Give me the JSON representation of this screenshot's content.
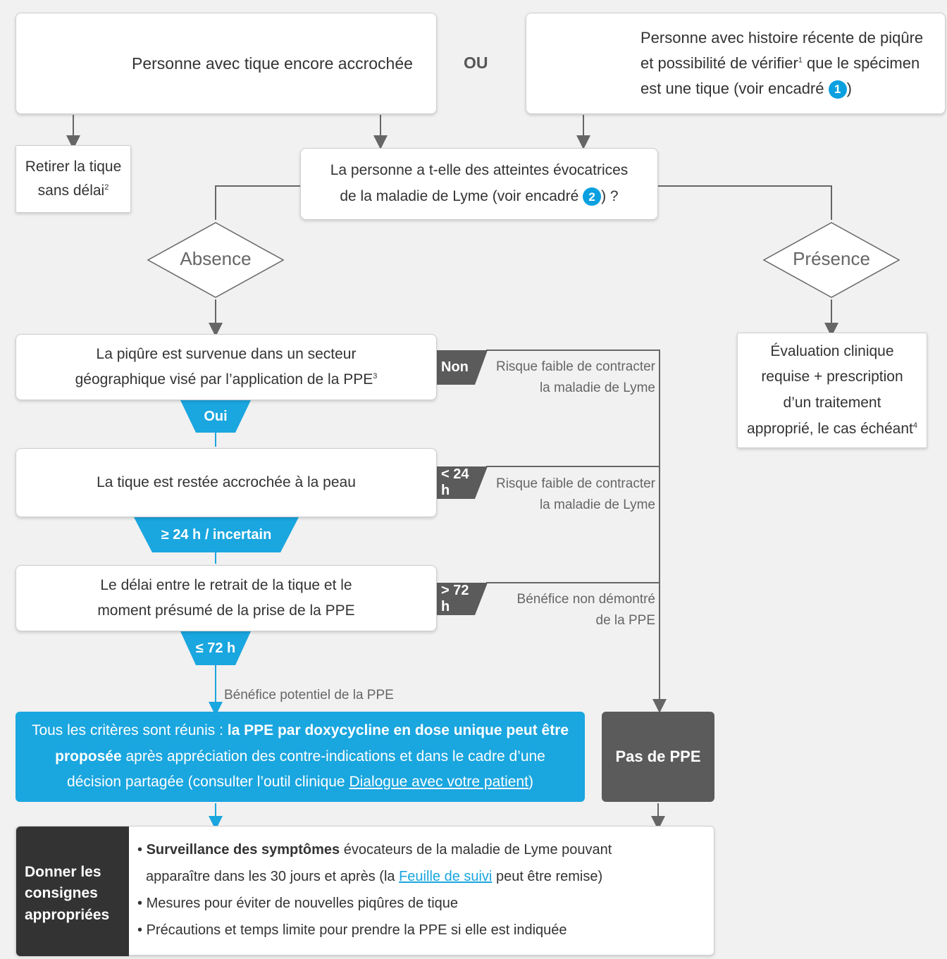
{
  "top": {
    "left_box": "Personne avec tique encore accrochée",
    "or": "OU",
    "right_box_line1": "Personne avec histoire récente de piqûre",
    "right_box_line2_a": "et possibilité de vérifier",
    "right_box_line2_sup": "1",
    "right_box_line2_b": " que le spécimen",
    "right_box_line3": "est une tique (voir encadré ",
    "right_box_badge": "1",
    "right_box_line3_end": ")"
  },
  "retirer": {
    "line1": "Retirer la tique",
    "line2": "sans délai",
    "sup": "2"
  },
  "question": {
    "line1": "La personne a t-elle des atteintes évocatrices",
    "line2": "de la maladie de Lyme (voir encadré ",
    "badge": "2",
    "line2_end": ") ?"
  },
  "absence": "Absence",
  "presence": "Présence",
  "evaluation": {
    "line1": "Évaluation clinique",
    "line2": "requise + prescription",
    "line3": "d’un traitement",
    "line4": "approprié, le cas échéant",
    "sup": "4"
  },
  "steps": [
    {
      "line1": "La piqûre est survenue dans un secteur",
      "line2": "géographique visé par l’application de la PPE",
      "sup": "3",
      "no_tab": "Non",
      "yes_tab": "Oui",
      "risk1": "Risque faible de contracter",
      "risk2": "la maladie de Lyme"
    },
    {
      "line1": "La tique est restée accrochée à la peau",
      "no_tab": "< 24 h",
      "yes_tab": "≥ 24 h / incertain",
      "risk1": "Risque faible de contracter",
      "risk2": "la maladie de Lyme"
    },
    {
      "line1": "Le délai entre le retrait de la tique et le",
      "line2": "moment présumé de la prise de la PPE",
      "no_tab": "> 72 h",
      "yes_tab": "≤ 72 h",
      "risk1": "Bénéfice non démontré",
      "risk2": "de la PPE"
    }
  ],
  "benefit_label": "Bénéfice potentiel de la PPE",
  "ppe": {
    "a": "Tous les critères sont réunis : ",
    "b": "la PPE par doxycycline en dose unique peut être",
    "c": "proposée",
    "d": " après appréciation des contre-indications et dans le cadre d’une",
    "e": "décision partagée (consulter l’outil clinique ",
    "link": "Dialogue avec votre patient",
    "f": ")"
  },
  "no_ppe": "Pas de PPE",
  "consignes": {
    "head1": "Donner les",
    "head2": "consignes",
    "head3": "appropriées",
    "b1_bold": "Surveillance des symptômes",
    "b1_rest": " évocateurs de la maladie de Lyme pouvant",
    "b1_line2_a": "apparaître dans les 30 jours et après (la ",
    "b1_link": "Feuille de suivi",
    "b1_line2_b": " peut être remise)",
    "b2": "Mesures pour éviter de nouvelles piqûres de tique",
    "b3": "Précautions et temps limite pour prendre la PPE si elle est indiquée"
  },
  "colors": {
    "blue": "#1aa6df",
    "dark_gray": "#5b5b5b",
    "black_panel": "#333333"
  }
}
